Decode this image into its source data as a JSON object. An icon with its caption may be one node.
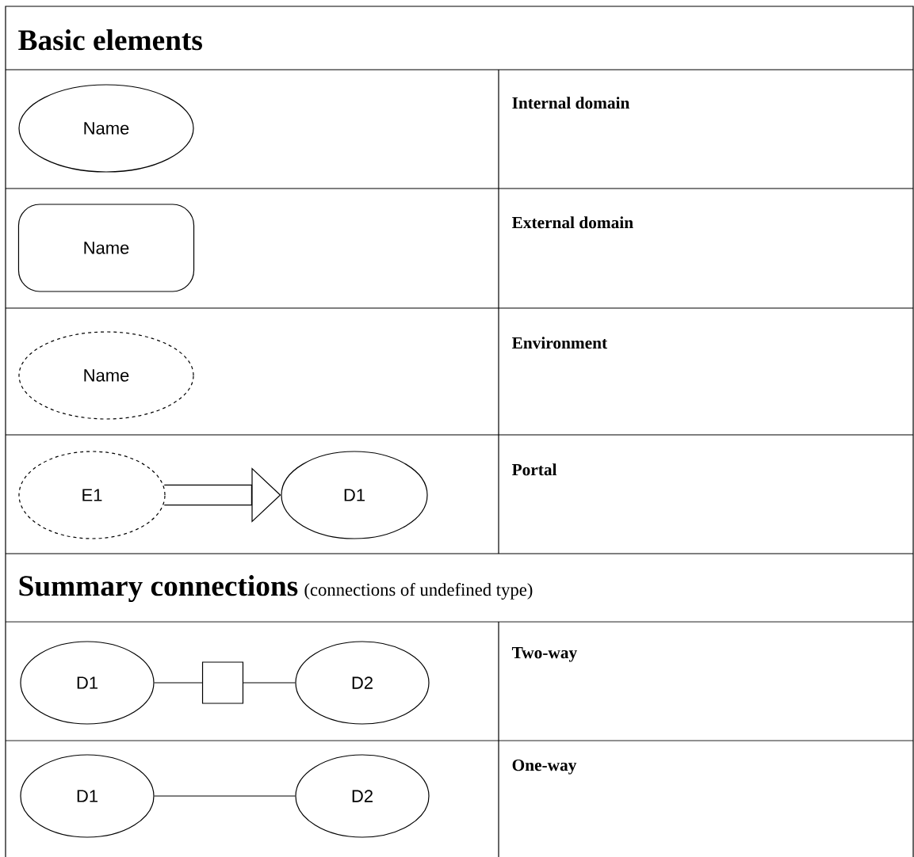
{
  "diagram": {
    "nodes": [
      {
        "text": [
          "Name"
        ]
      },
      {
        "text": [
          "Name"
        ]
      },
      {
        "text": [
          "Name"
        ]
      },
      {
        "text": [
          "E1"
        ]
      },
      {
        "text": [
          "D1"
        ]
      },
      {
        "text": [
          "D1"
        ]
      },
      {
        "text": [],
        "shape": "box"
      },
      {
        "text": [
          "D2"
        ]
      },
      {
        "text": [
          "D1"
        ]
      },
      {
        "text": [
          "D2"
        ]
      }
    ],
    "edges": [
      {
        "from": 3,
        "to": 4,
        "arrow": "to"
      },
      {
        "from": 5,
        "to": 6,
        "arrow": "none"
      },
      {
        "from": 6,
        "to": 7,
        "arrow": "none"
      },
      {
        "from": 8,
        "to": 9,
        "arrow": "none"
      }
    ],
    "labels": [
      "Basic elements",
      "Internal domain",
      "External domain",
      "Environment",
      "Portal",
      "Summary connections",
      "(connections of undefined type)",
      "Two-way",
      "One-way"
    ]
  }
}
